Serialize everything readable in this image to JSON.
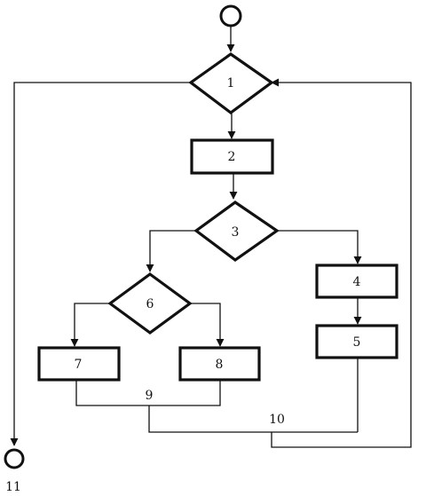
{
  "flowchart": {
    "nodes": {
      "n1": "1",
      "n2": "2",
      "n3": "3",
      "n4": "4",
      "n5": "5",
      "n6": "6",
      "n7": "7",
      "n8": "8",
      "n9": "9",
      "n10": "10",
      "n11": "11"
    },
    "node_shapes": {
      "start": "circle",
      "n1": "diamond",
      "n2": "rectangle",
      "n3": "diamond",
      "n4": "rectangle",
      "n5": "rectangle",
      "n6": "diamond",
      "n7": "rectangle",
      "n8": "rectangle",
      "end": "circle"
    }
  }
}
